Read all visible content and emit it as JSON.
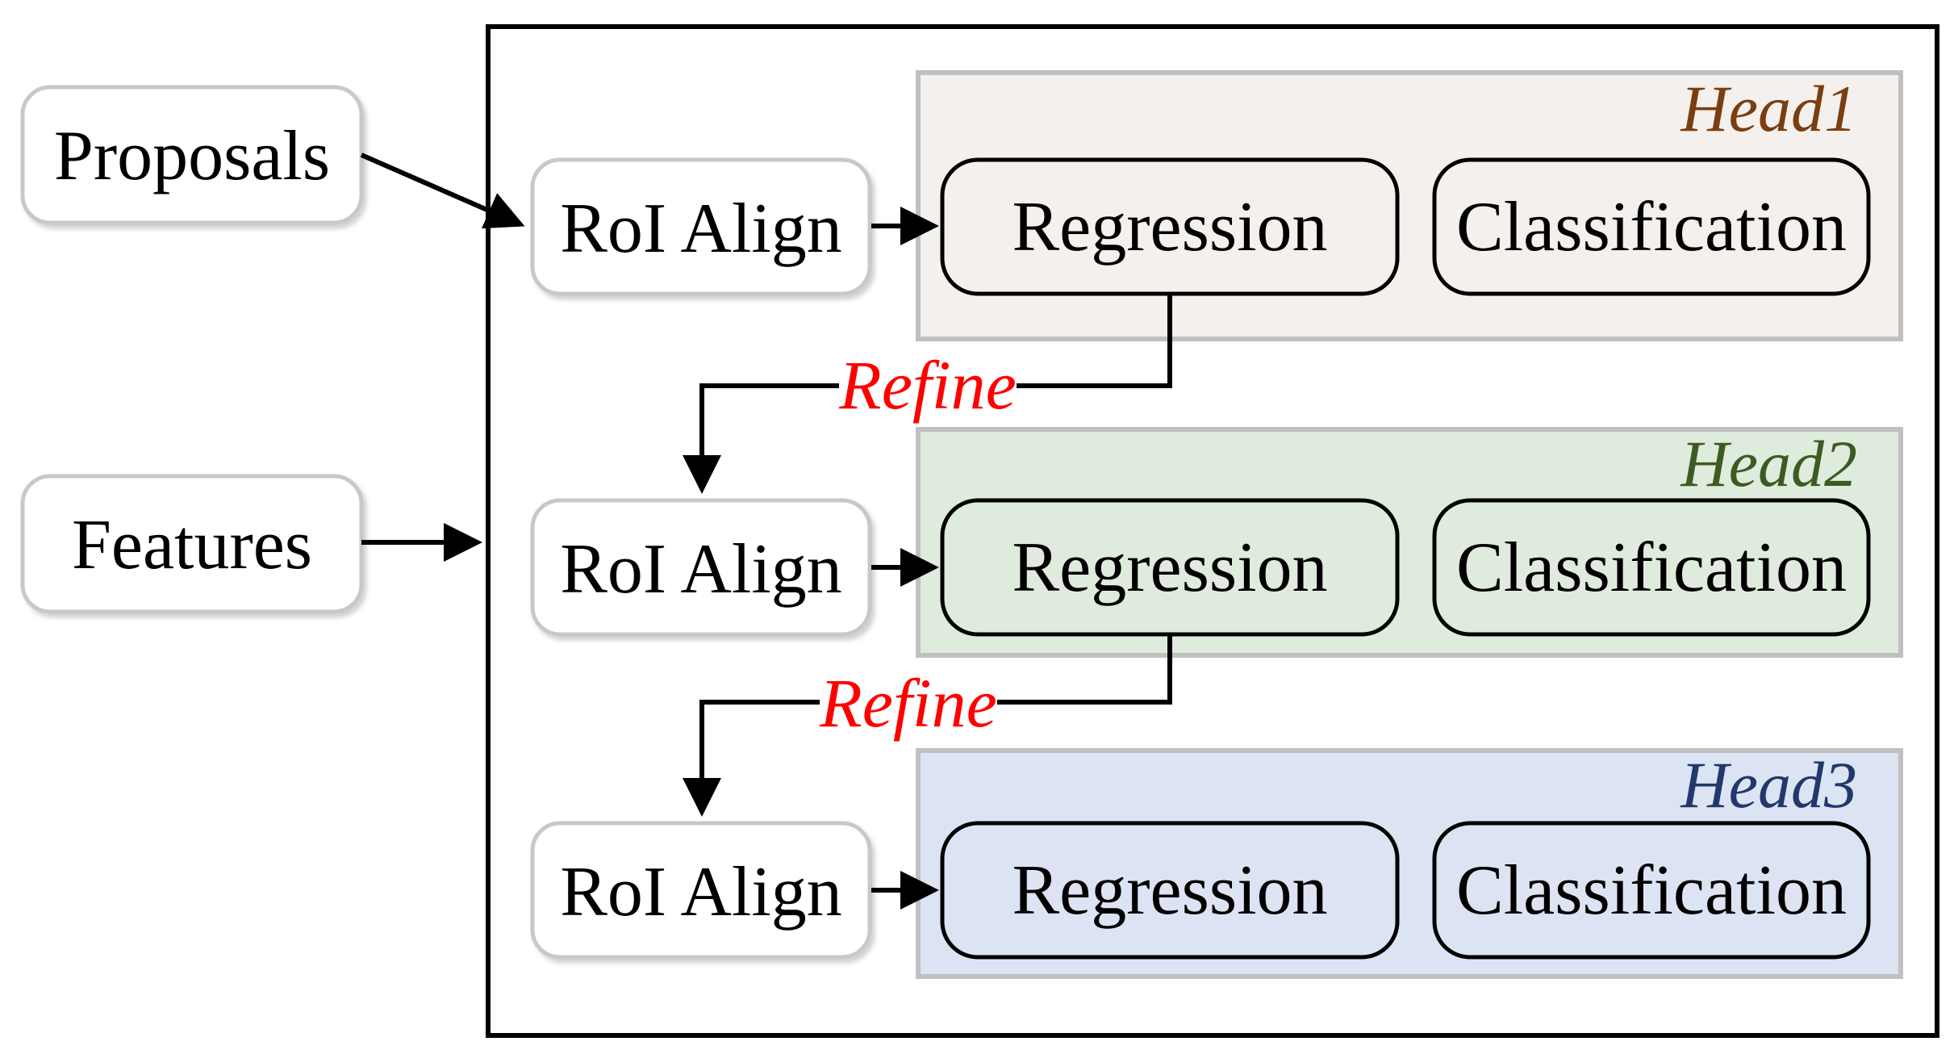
{
  "inputs": {
    "proposals": "Proposals",
    "features": "Features"
  },
  "heads": [
    {
      "label": "Head1",
      "roi_label": "RoI Align",
      "regression_label": "Regression",
      "classification_label": "Classification",
      "label_color": "#7a3e10",
      "fill": "#f3f0ed"
    },
    {
      "label": "Head2",
      "roi_label": "RoI Align",
      "regression_label": "Regression",
      "classification_label": "Classification",
      "label_color": "#3d5a23",
      "fill": "#dfebdc"
    },
    {
      "label": "Head3",
      "roi_label": "RoI Align",
      "regression_label": "Regression",
      "classification_label": "Classification",
      "label_color": "#22386b",
      "fill": "#dce3f2"
    }
  ],
  "refine": [
    "Refine",
    "Refine"
  ],
  "colors": {
    "frame": "#000000",
    "box_border": "#c8c8c8",
    "head_border": "#c0c0c0",
    "refine": "#ff0000"
  }
}
